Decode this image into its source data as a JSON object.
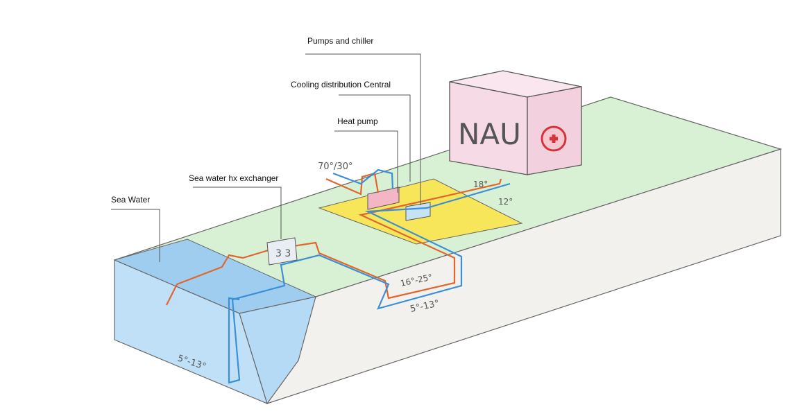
{
  "labels": {
    "pumps_chiller": "Pumps and chiller",
    "cooling_central": "Cooling distribution Central",
    "heat_pump": "Heat pump",
    "hx_exchanger": "Sea water hx exchanger",
    "sea_water": "Sea Water"
  },
  "annotations": {
    "building": "NAU",
    "supply_temp": "70°/30°",
    "building_return": "18°",
    "building_supply": "12°",
    "loop_warm": "16°-25°",
    "loop_cold": "5°-13°",
    "sea_temp": "5°-13°"
  },
  "colors": {
    "ground": "#cfeecd",
    "sea": "#a9d4f2",
    "pad": "#f7e55a",
    "building": "#f6dbe6",
    "warm_pipe": "#e0662e",
    "cold_pipe": "#3a8fd6"
  }
}
